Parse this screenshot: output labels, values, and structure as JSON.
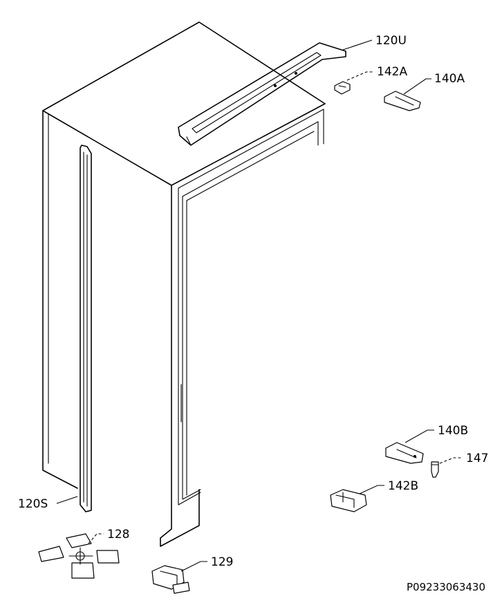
{
  "labels": {
    "p120U": "120U",
    "p142A": "142A",
    "p140A": "140A",
    "p140B": "140B",
    "p147": "147",
    "p142B": "142B",
    "p120S": "120S",
    "p128": "128",
    "p129": "129"
  },
  "reference": "P09233063430"
}
